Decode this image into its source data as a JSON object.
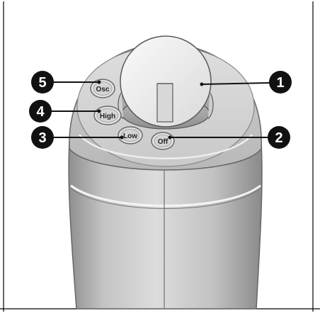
{
  "diagram": {
    "buttons": {
      "osc": "Osc",
      "high": "High",
      "low": "Low",
      "off": "Off"
    },
    "callouts": {
      "c1": "1",
      "c2": "2",
      "c3": "3",
      "c4": "4",
      "c5": "5"
    }
  },
  "colors": {
    "body_light": "#d9d9d9",
    "body_mid": "#bdbdbd",
    "body_dark": "#9a9a9a",
    "knob_light": "#f2f2f2",
    "outline": "#5a5a5a",
    "callout_fill": "#111111",
    "callout_text": "#ffffff"
  }
}
